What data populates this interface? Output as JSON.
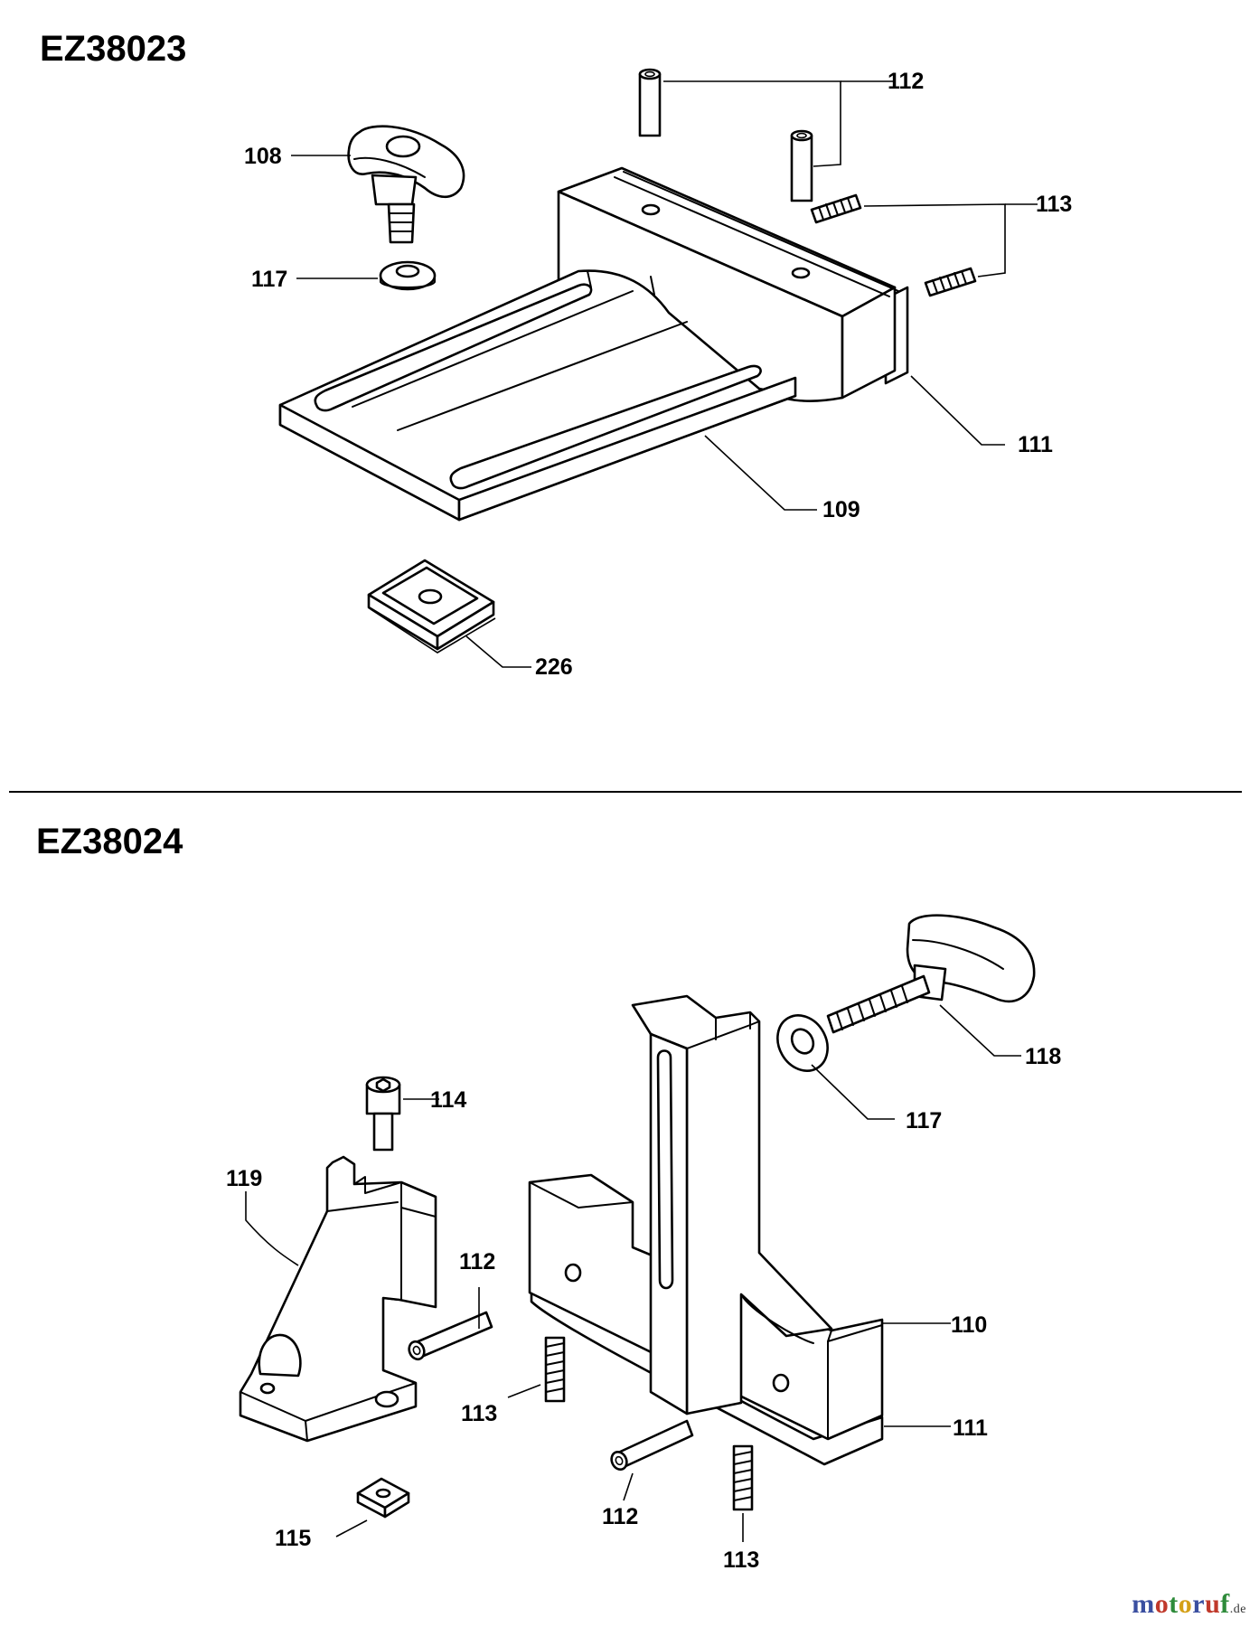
{
  "sections": [
    {
      "code": "EZ38023",
      "callouts": [
        "112",
        "108",
        "113",
        "117",
        "111",
        "109",
        "226"
      ]
    },
    {
      "code": "EZ38024",
      "callouts": [
        "118",
        "114",
        "117",
        "119",
        "112",
        "110",
        "113",
        "111",
        "115",
        "112",
        "113"
      ]
    }
  ],
  "watermark": {
    "brand": "motoruf",
    "tld": ".de"
  }
}
